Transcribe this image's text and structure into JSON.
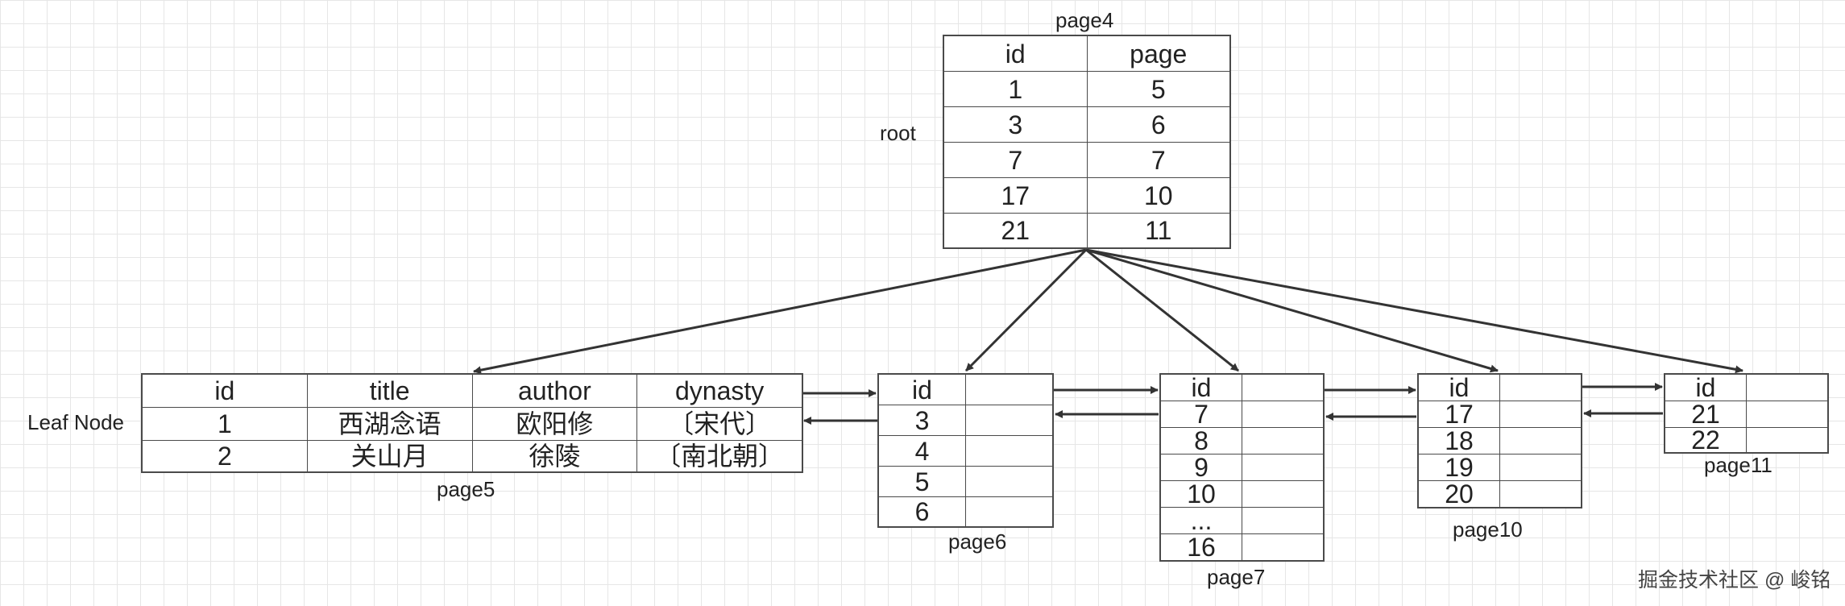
{
  "root": {
    "page_label": "page4",
    "side_label": "root",
    "headers": [
      "id",
      "page"
    ],
    "rows": [
      [
        "1",
        "5"
      ],
      [
        "3",
        "6"
      ],
      [
        "7",
        "7"
      ],
      [
        "17",
        "10"
      ],
      [
        "21",
        "11"
      ]
    ]
  },
  "leaf_label": "Leaf Node",
  "page5": {
    "page_label": "page5",
    "headers": [
      "id",
      "title",
      "author",
      "dynasty"
    ],
    "rows": [
      [
        "1",
        "西湖念语",
        "欧阳修",
        "〔宋代〕"
      ],
      [
        "2",
        "关山月",
        "徐陵",
        "〔南北朝〕"
      ]
    ]
  },
  "page6": {
    "page_label": "page6",
    "ids": [
      "id",
      "3",
      "4",
      "5",
      "6"
    ]
  },
  "page7": {
    "page_label": "page7",
    "ids": [
      "id",
      "7",
      "8",
      "9",
      "10",
      "...",
      "16"
    ]
  },
  "page10": {
    "page_label": "page10",
    "ids": [
      "id",
      "17",
      "18",
      "19",
      "20"
    ]
  },
  "page11": {
    "page_label": "page11",
    "ids": [
      "id",
      "21",
      "22"
    ]
  },
  "watermark": "掘金技术社区 @ 峻铭"
}
